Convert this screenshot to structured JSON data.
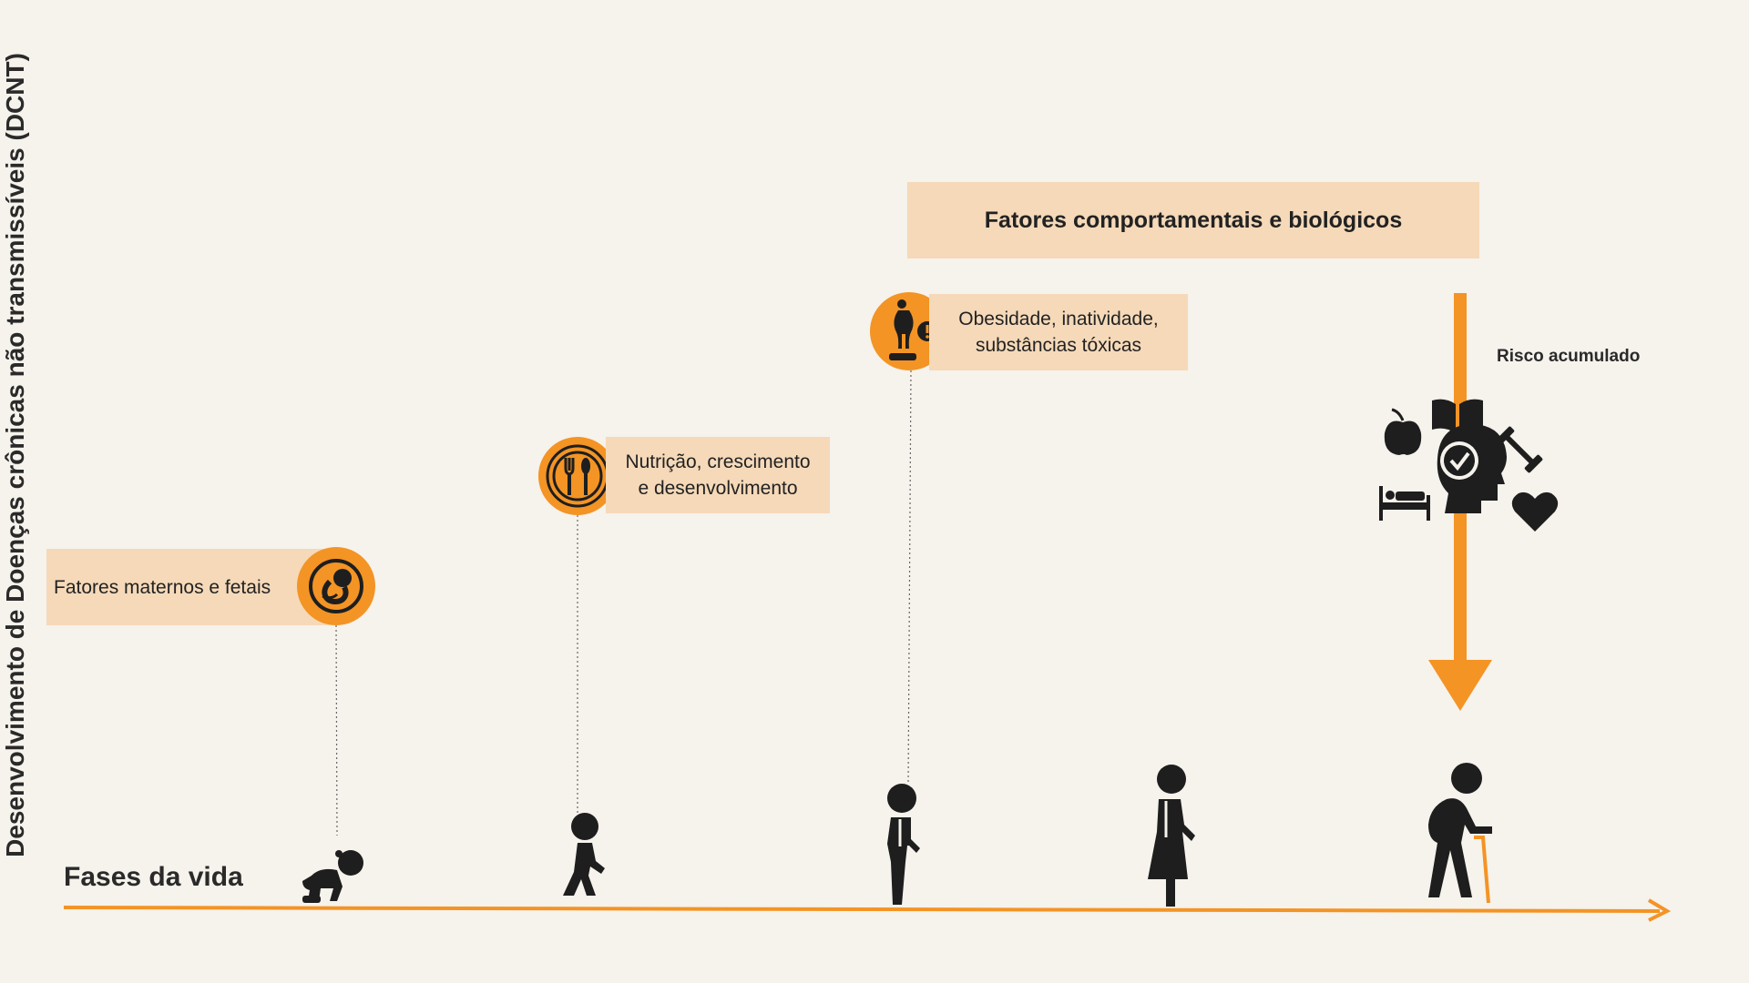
{
  "y_axis_label": "Desenvolvimento de Doenças crônicas não transmissíveis (DCNT)",
  "x_axis_label": "Fases da vida",
  "header": "Fatores comportamentais e biológicos",
  "factors": [
    {
      "line1": "Fatores maternos e fetais",
      "icon": "fetus-icon"
    },
    {
      "line1": "Nutrição, crescimento",
      "line2": "e desenvolvimento",
      "icon": "fork-spoon-plate-icon"
    },
    {
      "line1": "Obesidade, inatividade,",
      "line2": "substâncias tóxicas",
      "icon": "scale-warning-icon"
    }
  ],
  "risk_label": "Risco acumulado",
  "life_stages": [
    "baby-icon",
    "child-icon",
    "teen-icon",
    "adult-woman-icon",
    "elderly-icon"
  ],
  "colors": {
    "accent": "#f39425",
    "box": "#f5d9b9",
    "background": "#f6f2ec",
    "figure": "#1e1e1e"
  }
}
